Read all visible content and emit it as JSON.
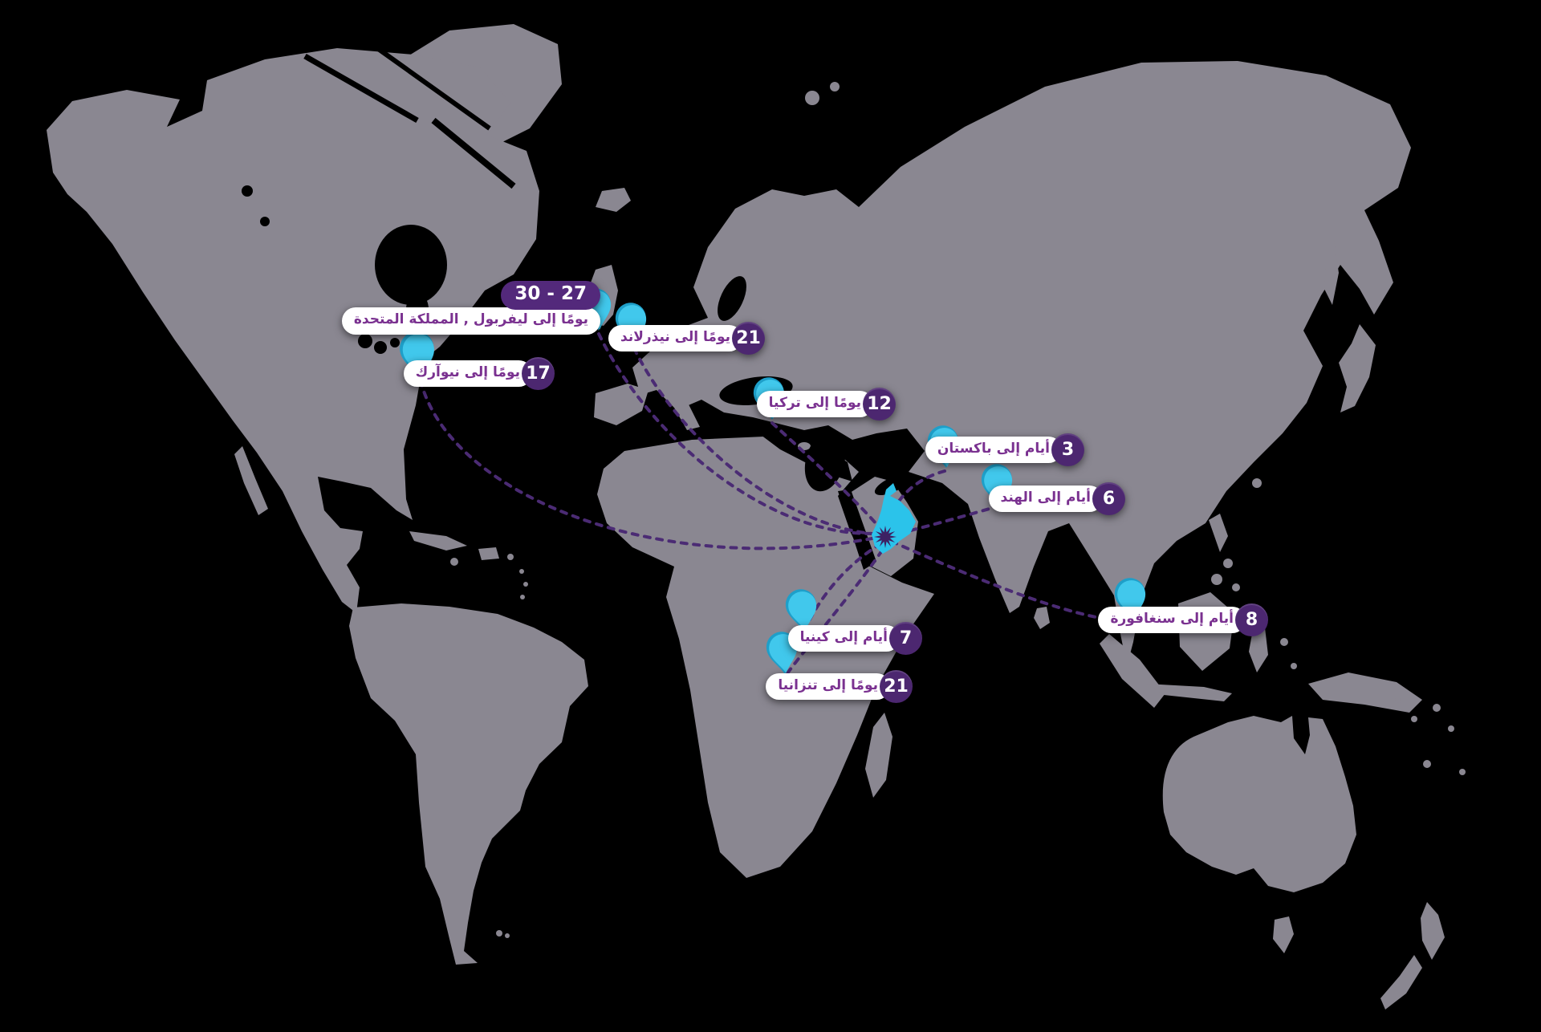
{
  "page": {
    "type": "world-map-shipping-times-infographic",
    "language": "ar"
  },
  "destinations": [
    {
      "place": "liverpool-uk",
      "days": "30 - 27",
      "label": "يومًا إلى ليفربول , المملكة المتحدة"
    },
    {
      "place": "netherlands",
      "days": "21",
      "label": "يومًا إلى نيذرلاند"
    },
    {
      "place": "newark",
      "days": "17",
      "label": "يومًا إلى نيوآرك"
    },
    {
      "place": "turkey",
      "days": "12",
      "label": "يومًا إلى تركيا"
    },
    {
      "place": "pakistan",
      "days": "3",
      "label": "أيام إلى باكستان"
    },
    {
      "place": "india",
      "days": "6",
      "label": "أيام إلى الهند"
    },
    {
      "place": "singapore",
      "days": "8",
      "label": "أيام إلى سنغافورة"
    },
    {
      "place": "kenya",
      "days": "7",
      "label": "أيام إلى كينيا"
    },
    {
      "place": "tanzania",
      "days": "21",
      "label": "يومًا إلى تنزانيا"
    }
  ],
  "colors": {
    "background": "#000000",
    "land": "#8A8791",
    "route_dash": "#4B2B74",
    "pin_fill": "#41C8EC",
    "pin_rim": "#1E9FC9",
    "badge_circle": "#4C2770",
    "uk_badge": "#53297B",
    "pill_background": "#FFFFFF",
    "pill_text": "#7A3190",
    "hub_region_highlight": "#2BC3EA",
    "hub_starburst": "#3D2163"
  }
}
